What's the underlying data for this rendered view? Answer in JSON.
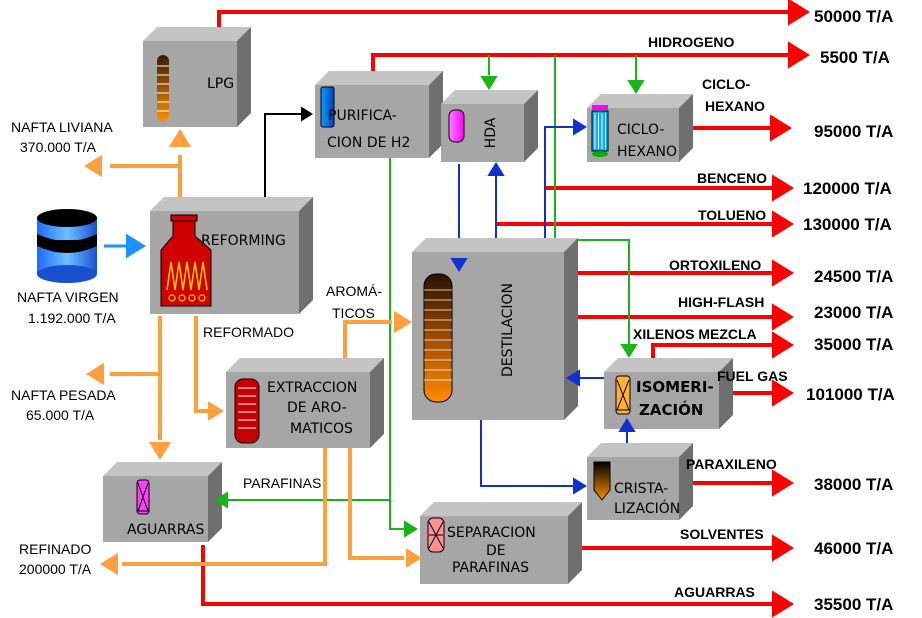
{
  "colors": {
    "red": "#ff0000",
    "orange": "#ffa040",
    "green": "#18b418",
    "blue": "#1030d0",
    "black": "#000000",
    "lightblue": "#1e90ff",
    "box_face": "#a6a6a6",
    "box_top": "#c4c4c4",
    "box_side": "#6f6f6f"
  },
  "units": {
    "LPG": [
      "LPG"
    ],
    "PURIFICACION": [
      "PURIFICA-",
      "CION DE H2"
    ],
    "HDA": [
      "HDA"
    ],
    "CICLOHEXANO": [
      "CICLO-",
      "HEXANO"
    ],
    "REFORMING": [
      "REFORMING"
    ],
    "DESTILACION": [
      "DESTILACION"
    ],
    "EXTRACCION": [
      "EXTRACCION",
      "DE ARO-",
      "MATICOS"
    ],
    "ISOMERIZACION": [
      "ISOMERI-",
      "ZACIÓN"
    ],
    "AGUARRAS": [
      "AGUARRAS"
    ],
    "CRISTALIZACION": [
      "CRISTA-",
      "LIZACIÓN"
    ],
    "SEPARACION": [
      "SEPARACION",
      "DE",
      "PARAFINAS"
    ]
  },
  "feed": {
    "name": "NAFTA VIRGEN",
    "qty": "1.192.000 T/A"
  },
  "byproducts": [
    {
      "name": "NAFTA LIVIANA",
      "qty": "370.000 T/A"
    },
    {
      "name": "NAFTA PESADA",
      "qty": "65.000 T/A"
    },
    {
      "name": "REFINADO",
      "qty": "200000 T/A"
    }
  ],
  "stream_labels": {
    "reformado": "REFORMADO",
    "aromaticos": [
      "AROMÁ-",
      "TICOS"
    ],
    "parafinas": "PARAFINAS"
  },
  "products": [
    {
      "key": "h2",
      "name": "",
      "qty": "50000 T/A"
    },
    {
      "key": "hidrogeno",
      "name": "HIDROGENO",
      "qty": "5500 T/A"
    },
    {
      "key": "ciclohexano",
      "name": [
        "CICLO-",
        "HEXANO"
      ],
      "qty": "95000 T/A"
    },
    {
      "key": "benceno",
      "name": "BENCENO",
      "qty": "120000 T/A"
    },
    {
      "key": "tolueno",
      "name": "TOLUENO",
      "qty": "130000 T/A"
    },
    {
      "key": "ortoxileno",
      "name": "ORTOXILENO",
      "qty": "24500 T/A"
    },
    {
      "key": "highflash",
      "name": "HIGH-FLASH",
      "qty": "23000 T/A"
    },
    {
      "key": "xilenos",
      "name": "XILENOS MEZCLA",
      "qty": "35000 T/A"
    },
    {
      "key": "fuelgas",
      "name": "FUEL GAS",
      "qty": "101000 T/A"
    },
    {
      "key": "paraxileno",
      "name": "PARAXILENO",
      "qty": "38000 T/A"
    },
    {
      "key": "solventes",
      "name": "SOLVENTES",
      "qty": "46000 T/A"
    },
    {
      "key": "aguarras",
      "name": "AGUARRAS",
      "qty": "35500 T/A"
    }
  ]
}
